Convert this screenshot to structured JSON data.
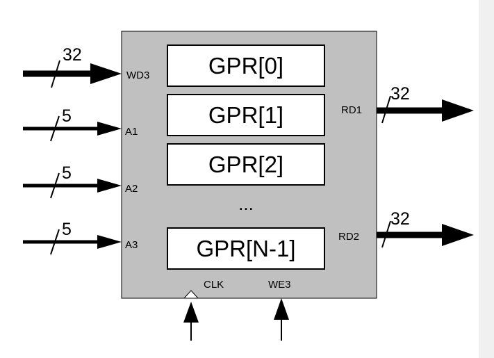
{
  "diagram": {
    "registers": [
      "GPR[0]",
      "GPR[1]",
      "GPR[2]",
      "GPR[N-1]"
    ],
    "ellipsis": "...",
    "inputs": [
      {
        "port": "WD3",
        "width": "32"
      },
      {
        "port": "A1",
        "width": "5"
      },
      {
        "port": "A2",
        "width": "5"
      },
      {
        "port": "A3",
        "width": "5"
      }
    ],
    "outputs": [
      {
        "port": "RD1",
        "width": "32"
      },
      {
        "port": "RD2",
        "width": "32"
      }
    ],
    "control": {
      "clk": "CLK",
      "we": "WE3"
    }
  },
  "colors": {
    "block_fill": "#c0c0c0",
    "register_fill": "#ffffff",
    "stroke": "#000000",
    "scrollbar": "#f0f0f0"
  }
}
